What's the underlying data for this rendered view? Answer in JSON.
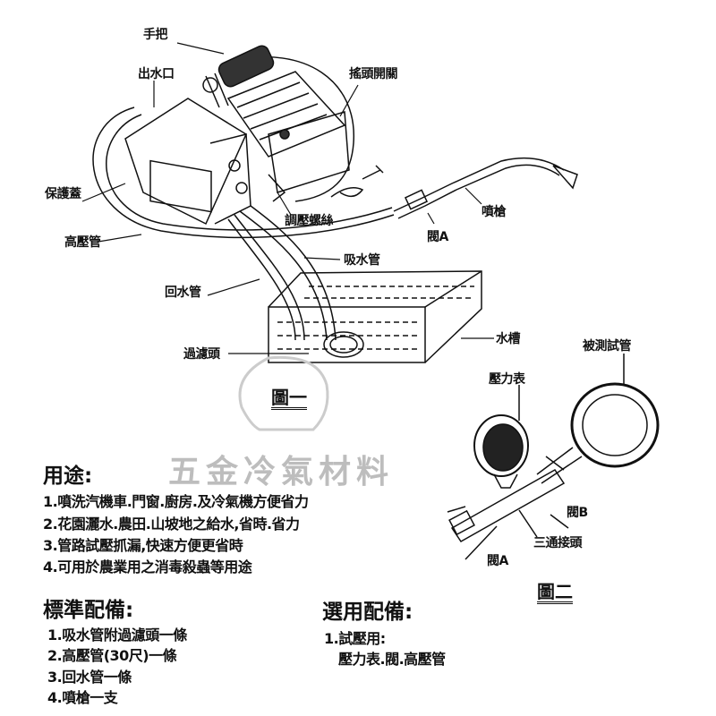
{
  "figure1": {
    "caption": "圖一",
    "labels": {
      "handle": "手把",
      "outlet": "出水口",
      "swing_switch": "搖頭開關",
      "cover": "保護蓋",
      "pressure_screw": "調壓螺絲",
      "spray_gun": "噴槍",
      "valve_a": "閥A",
      "high_pressure_hose": "高壓管",
      "suction_hose": "吸水管",
      "return_hose": "回水管",
      "water_tank": "水槽",
      "filter_head": "過濾頭"
    }
  },
  "figure2": {
    "caption": "圖二",
    "labels": {
      "test_pipe": "被測試管",
      "pressure_gauge": "壓力表",
      "valve_b": "閥B",
      "tee_joint": "三通接頭",
      "valve_a": "閥A"
    }
  },
  "watermark": "五金冷氣材料",
  "uses": {
    "title": "用途:",
    "items": [
      "1.噴洗汽機車.門窗.廚房.及冷氣機方便省力",
      "2.花園灑水.農田.山坡地之給水,省時.省力",
      "3.管路試壓抓漏,快速方便更省時",
      "4.可用於農業用之消毒殺蟲等用途"
    ]
  },
  "standard_accessories": {
    "title": "標準配備:",
    "items": [
      "1.吸水管附過濾頭一條",
      "2.高壓管(30尺)一條",
      "3.回水管一條",
      "4.噴槍一支"
    ]
  },
  "optional_accessories": {
    "title": "選用配備:",
    "items": [
      "1.試壓用:",
      "壓力表.閥.高壓管"
    ]
  }
}
